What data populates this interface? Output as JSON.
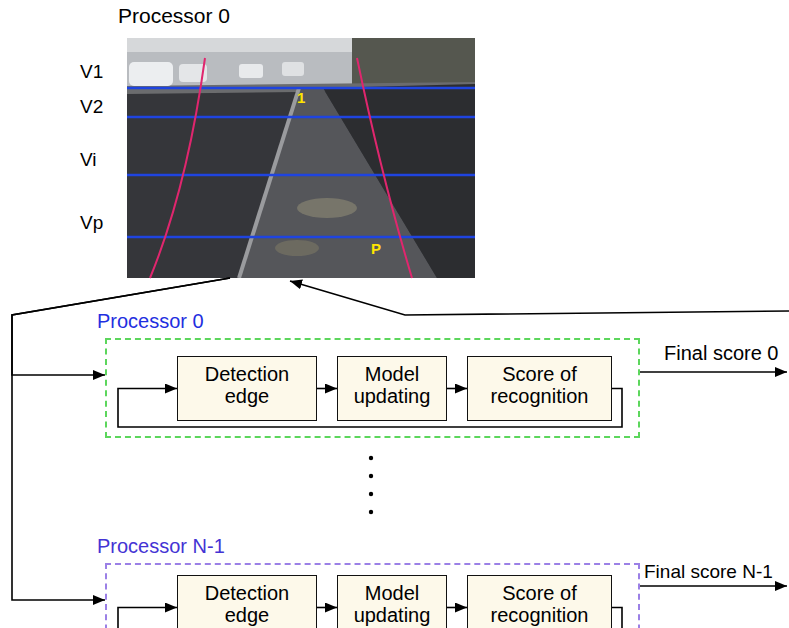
{
  "diagram": {
    "nodes": [
      {
        "text": [
          "Processor 0"
        ]
      },
      {
        "text": [
          "Processor 0"
        ]
      },
      {
        "text": [
          "Detection edge"
        ],
        "in": 1
      },
      {
        "text": [
          "Model updating"
        ],
        "in": 1
      },
      {
        "text": [
          "Score of recognition"
        ],
        "in": 1
      },
      {
        "text": [
          "Processor N-1"
        ]
      },
      {
        "text": [
          "Detection edge"
        ],
        "in": 5
      },
      {
        "text": [
          "Model updating"
        ],
        "in": 5
      },
      {
        "text": [
          "Score of recognition"
        ],
        "in": 5
      }
    ],
    "edges": [
      {
        "from": 0,
        "to": 1,
        "arrow": "to"
      },
      {
        "from": 0,
        "to": 5,
        "arrow": "to"
      },
      {
        "from": 2,
        "to": 3,
        "arrow": "to"
      },
      {
        "from": 3,
        "to": 4,
        "arrow": "to"
      },
      {
        "from": 4,
        "to": 2,
        "arrow": "to"
      },
      {
        "from": 6,
        "to": 7,
        "arrow": "to"
      },
      {
        "from": 7,
        "to": 8,
        "arrow": "to"
      },
      {
        "from": 8,
        "to": 6,
        "arrow": "to"
      }
    ],
    "labels": [
      "V1",
      "V2",
      "Vi",
      "Vp",
      "1",
      "P",
      "Final score 0",
      "Final score N-1"
    ]
  }
}
